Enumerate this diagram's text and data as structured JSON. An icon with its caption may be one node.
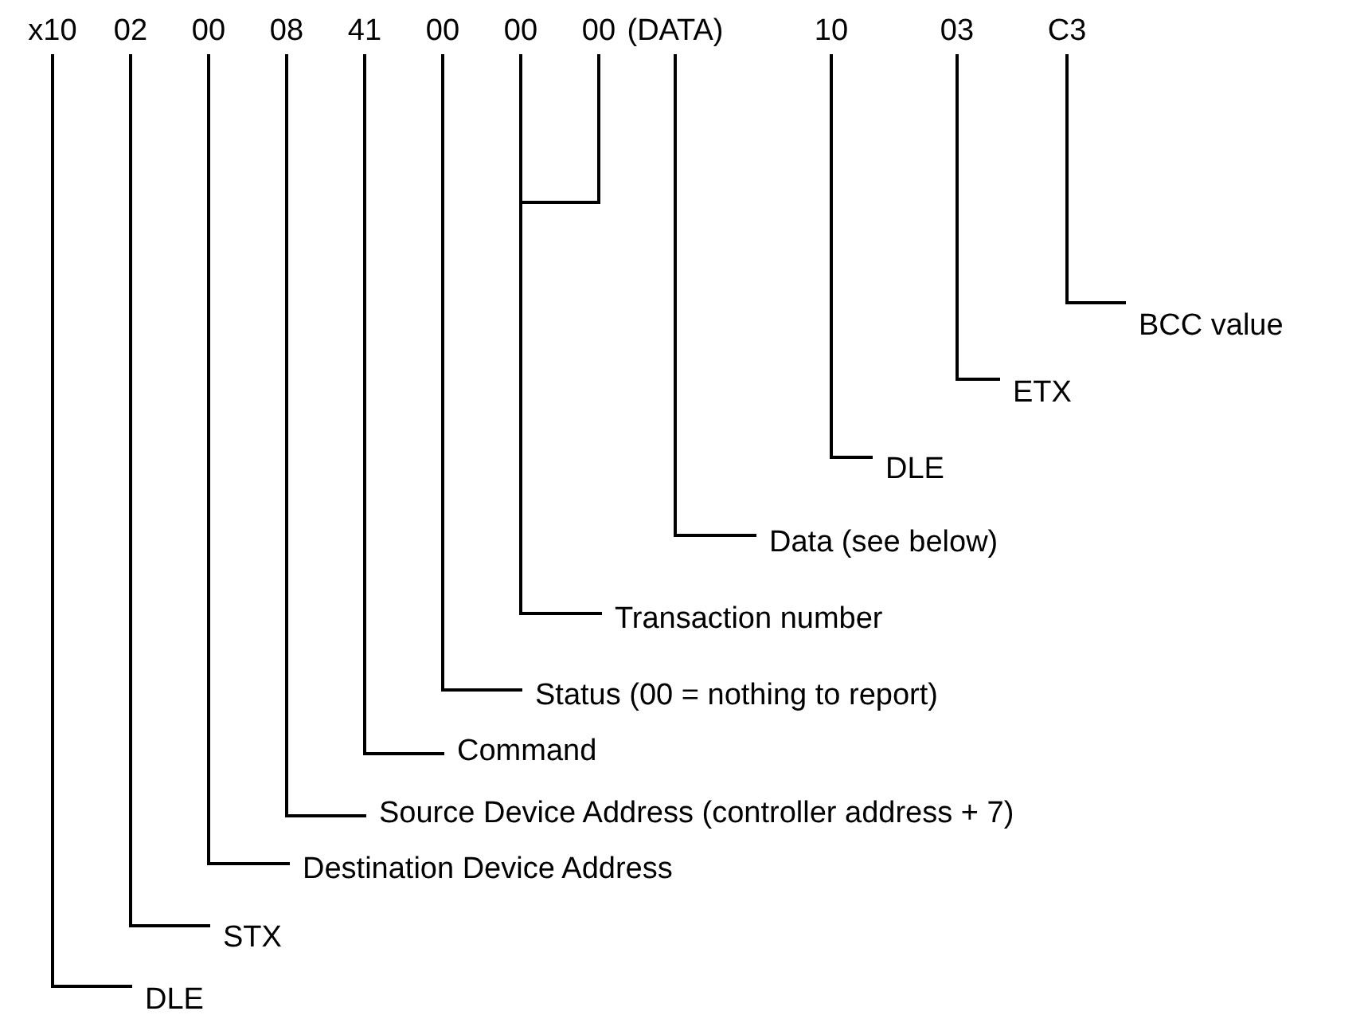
{
  "diagram": {
    "nodes": [
      {
        "text": [
          "x10"
        ]
      },
      {
        "text": [
          "02"
        ]
      },
      {
        "text": [
          "00"
        ]
      },
      {
        "text": [
          "08"
        ]
      },
      {
        "text": [
          "41"
        ]
      },
      {
        "text": [
          "00"
        ]
      },
      {
        "text": [
          "00"
        ]
      },
      {
        "text": [
          "00"
        ]
      },
      {
        "text": [
          "(DATA)"
        ]
      },
      {
        "text": [
          "10"
        ]
      },
      {
        "text": [
          "03"
        ]
      },
      {
        "text": [
          "C3"
        ]
      },
      {
        "text": [
          "BCC value"
        ]
      },
      {
        "text": [
          "ETX"
        ]
      },
      {
        "text": [
          "DLE"
        ]
      },
      {
        "text": [
          "Data (see below)"
        ]
      },
      {
        "text": [
          "Transaction number"
        ]
      },
      {
        "text": [
          "Status (00 = nothing to report)"
        ]
      },
      {
        "text": [
          "Command"
        ]
      },
      {
        "text": [
          "Source Device Address (controller address + 7)"
        ]
      },
      {
        "text": [
          "Destination Device Address"
        ]
      },
      {
        "text": [
          "STX"
        ]
      },
      {
        "text": [
          "DLE"
        ]
      }
    ],
    "edges": [
      {
        "from": 11,
        "to": 12,
        "arrow": "none"
      },
      {
        "from": 10,
        "to": 13,
        "arrow": "none"
      },
      {
        "from": 9,
        "to": 14,
        "arrow": "none"
      },
      {
        "from": 8,
        "to": 15,
        "arrow": "none"
      },
      {
        "from": 6,
        "to": 16,
        "arrow": "none"
      },
      {
        "from": 7,
        "to": 16,
        "arrow": "none"
      },
      {
        "from": 5,
        "to": 17,
        "arrow": "none"
      },
      {
        "from": 4,
        "to": 18,
        "arrow": "none"
      },
      {
        "from": 3,
        "to": 19,
        "arrow": "none"
      },
      {
        "from": 2,
        "to": 20,
        "arrow": "none"
      },
      {
        "from": 1,
        "to": 21,
        "arrow": "none"
      },
      {
        "from": 0,
        "to": 22,
        "arrow": "none"
      }
    ]
  }
}
